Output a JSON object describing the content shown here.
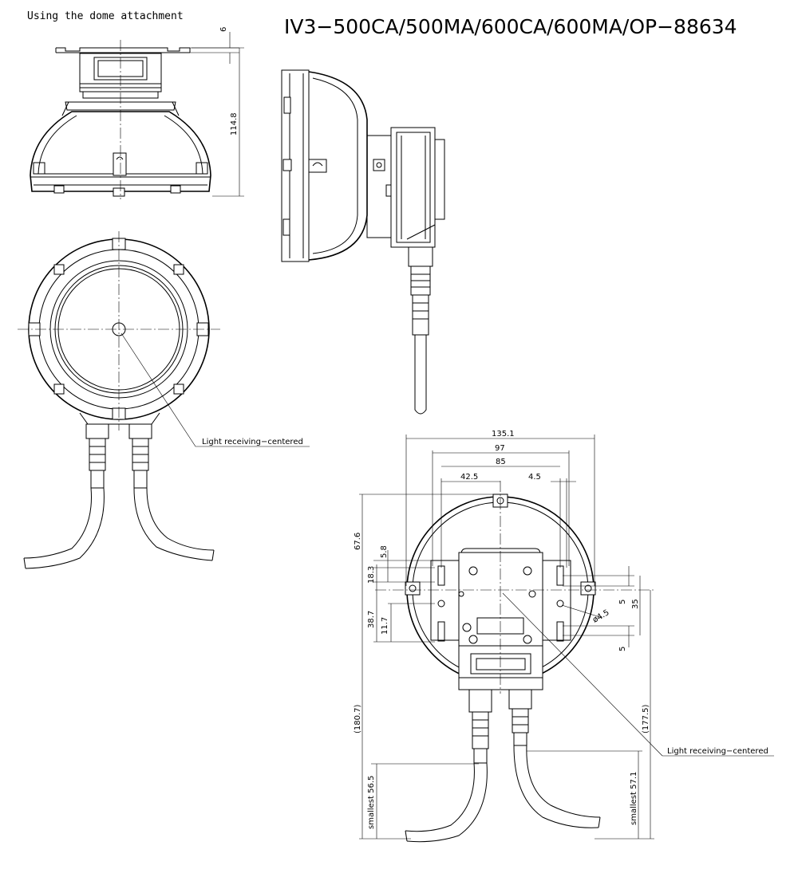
{
  "header": {
    "subtitle": "Using the dome attachment",
    "title": "IV3−500CA/500MA/600CA/600MA/OP−88634"
  },
  "callouts": {
    "front_view": "Light receiving−centered",
    "rear_view": "Light receiving−centered"
  },
  "dimensions": {
    "top_gap": "6",
    "total_height": "114.8",
    "width_overall": "135.1",
    "width_97": "97",
    "width_85": "85",
    "half_width": "42.5",
    "slot_width": "4.5",
    "h_67_6": "67.6",
    "h_5_8": "5.8",
    "h_18_3": "18.3",
    "h_38_7": "38.7",
    "h_11_7": "11.7",
    "hole_dia": "ø4.5",
    "slot_5_top": "5",
    "slot_35": "35",
    "slot_5_bottom": "5",
    "h_180_7": "(180.7)",
    "h_177_5": "(177.5)",
    "smallest_left": "smallest 56.5",
    "smallest_right": "smallest 57.1"
  }
}
